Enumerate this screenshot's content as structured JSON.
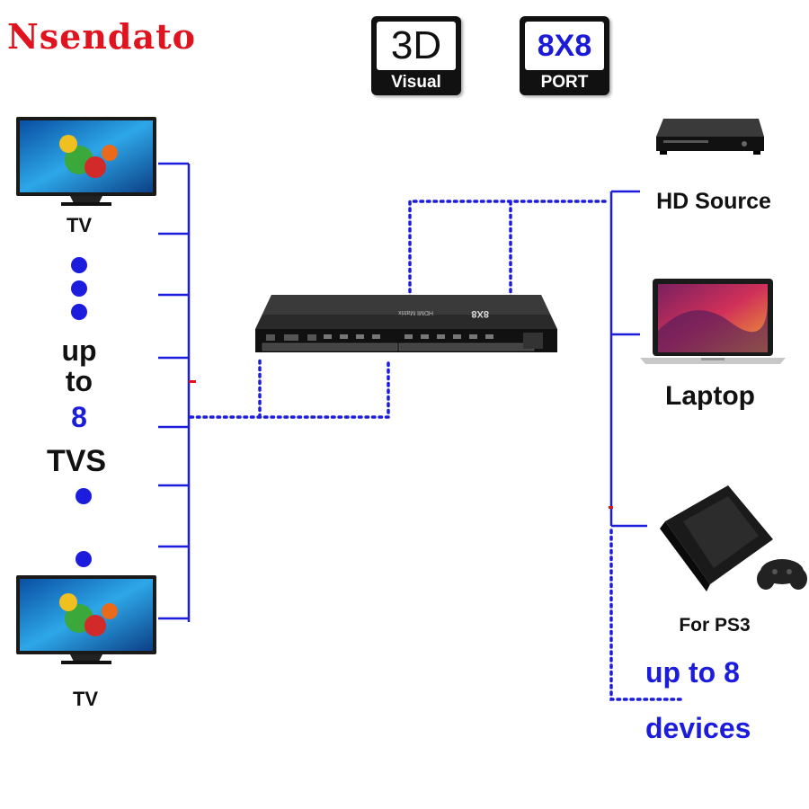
{
  "brand": "Nsendato",
  "badges": {
    "visual": {
      "main": "3D",
      "sub": "Visual"
    },
    "port": {
      "main": "8X8",
      "sub": "PORT"
    }
  },
  "left": {
    "tv_top_label": "TV",
    "tv_bottom_label": "TV",
    "count_line1": "up",
    "count_line2": "to",
    "count_line3": "8",
    "count_line4": "TVS"
  },
  "right": {
    "hd_source_label": "HD Source",
    "laptop_label": "Laptop",
    "ps3_label": "For PS3",
    "count_line1": "up to 8",
    "count_line2": "devices"
  },
  "device": {
    "model_text": "8X8",
    "panel_text": "HDMI Matrix"
  },
  "colors": {
    "brand": "#e0141e",
    "line_blue": "#1c1cdc",
    "text_blue": "#1c1cdc",
    "tick_red": "#e0141e"
  },
  "icons": [
    "tv-icon",
    "dvd-player-icon",
    "laptop-icon",
    "ps3-console-icon",
    "hdmi-matrix-device"
  ]
}
